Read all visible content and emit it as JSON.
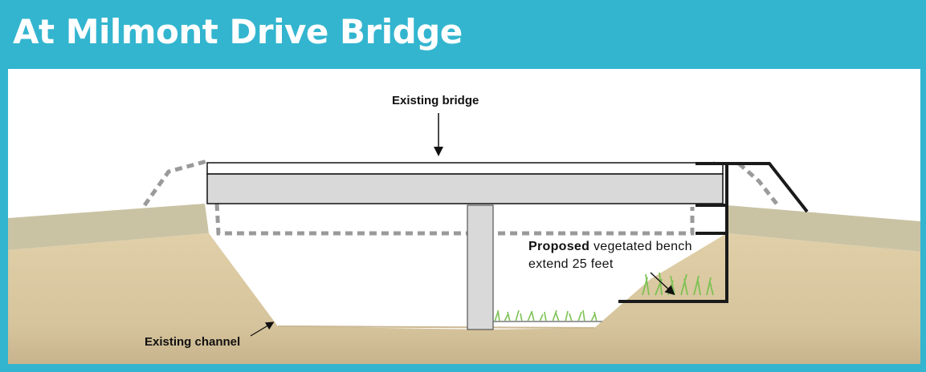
{
  "title": "At Milmont Drive Bridge",
  "labels": {
    "existing_bridge": "Existing bridge",
    "proposed_prefix": "Proposed",
    "proposed_rest": "vegetated bench",
    "proposed_line2": "extend 25 feet",
    "existing_channel": "Existing channel"
  },
  "colors": {
    "frame": "#33b5cf",
    "ground": "#dac9a2",
    "ground_shadow": "#cdb991",
    "bank_top": "#c9c3a4",
    "concrete": "#d9d9d9",
    "dotted_outline": "#9a9a9a",
    "proposed_outline": "#1a1a1a",
    "grass": "#7dc253"
  }
}
